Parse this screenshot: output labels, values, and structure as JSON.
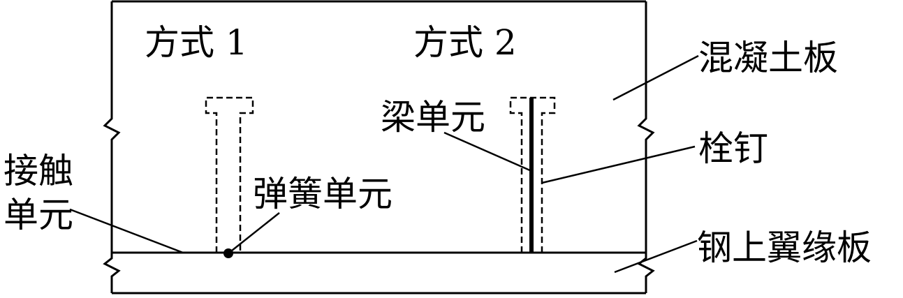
{
  "labels": {
    "mode1": "方式 1",
    "mode2": "方式 2",
    "concrete_slab": "混凝土板",
    "beam_element": "梁单元",
    "stud": "栓钉",
    "contact_element_line1": "接触",
    "contact_element_line2": "单元",
    "spring_element": "弹簧单元",
    "steel_top_flange": "钢上翼缘板"
  },
  "colors": {
    "line": "#000000",
    "background": "#ffffff"
  }
}
